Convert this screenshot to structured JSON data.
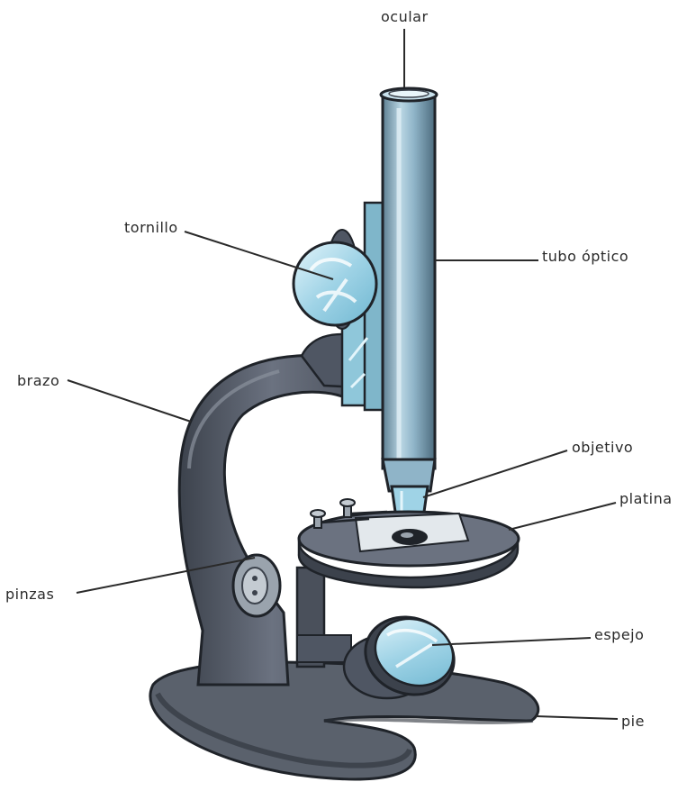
{
  "labels": {
    "ocular": "ocular",
    "tornillo": "tornillo",
    "tubo_optico": "tubo óptico",
    "brazo": "brazo",
    "objetivo": "objetivo",
    "platina": "platina",
    "pinzas": "pinzas",
    "espejo": "espejo",
    "pie": "pie"
  },
  "colors": {
    "metal_dark": "#4f5663",
    "metal_mid": "#6b7280",
    "metal_light": "#9aa3ad",
    "glass": "#9fd3e6",
    "glass_light": "#d8f0f8",
    "tube": "#8fb4c8",
    "outline": "#1f2329",
    "leader": "#2a2a2a"
  }
}
